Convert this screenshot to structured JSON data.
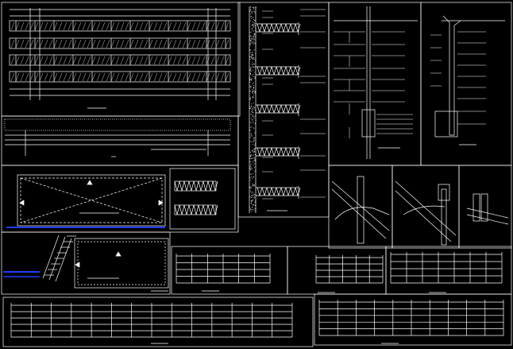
{
  "drawing": {
    "background": "#000000",
    "line_color": "#ffffff",
    "accent_color": "#1e3cff",
    "sheet_sections": [
      "facade-elevation-top-left",
      "railing-elevation-middle-left",
      "floor-plan-left",
      "truss-details",
      "column-section-tall",
      "wall-section-right-a",
      "wall-section-right-b",
      "isometric-details",
      "stair-and-plan-lower-left",
      "railing-elevation-row-middle",
      "railing-elevation-long-bottom"
    ]
  }
}
